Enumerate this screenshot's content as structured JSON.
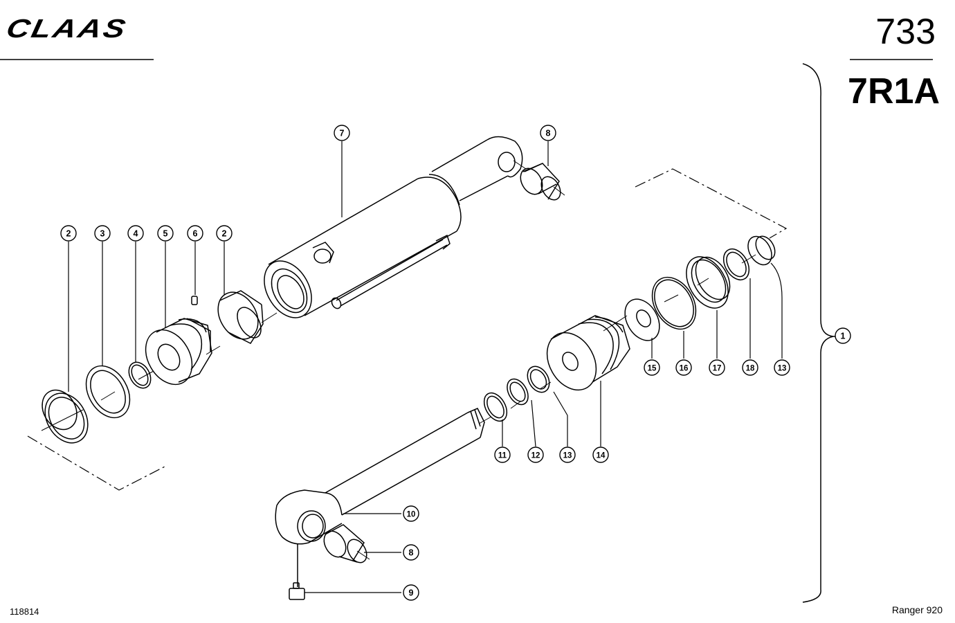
{
  "header": {
    "brand": "CLAAS",
    "page_number": "733",
    "group_code": "7R1A"
  },
  "footer": {
    "drawing_number": "118814",
    "model": "Ranger 920"
  },
  "assembly": {
    "assembly_callout": "1"
  },
  "callouts": [
    "2",
    "3",
    "4",
    "5",
    "6",
    "2",
    "7",
    "8",
    "15",
    "16",
    "17",
    "18",
    "13",
    "1",
    "11",
    "12",
    "13",
    "14",
    "10",
    "8",
    "9"
  ]
}
